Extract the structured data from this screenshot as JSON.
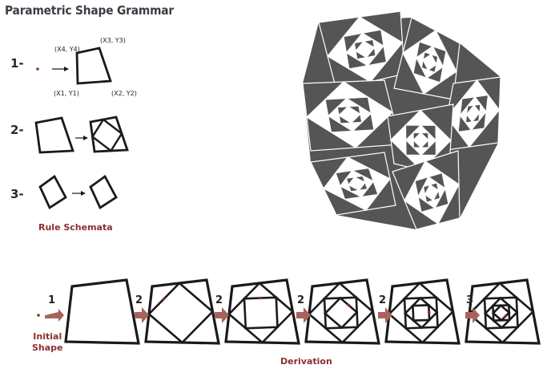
{
  "title": "Parametric Shape Grammar",
  "rules": [
    {
      "number": "1-",
      "coords": [
        "(X4, Y4)",
        "(X3, Y3)",
        "(X1, Y1)",
        "(X2, Y2)"
      ]
    },
    {
      "number": "2-"
    },
    {
      "number": "3-"
    }
  ],
  "rule_caption": "Rule Schemata",
  "derivation": {
    "initial_label": [
      "Initial",
      "Shape"
    ],
    "caption": "Derivation",
    "step_labels": [
      "1",
      "2",
      "2",
      "2",
      "2",
      "3"
    ]
  },
  "colors": {
    "ink": "#1a1a1a",
    "pattern_fill": "#555555",
    "accent": "#8b2f2f",
    "arrow": "#a9625b"
  }
}
